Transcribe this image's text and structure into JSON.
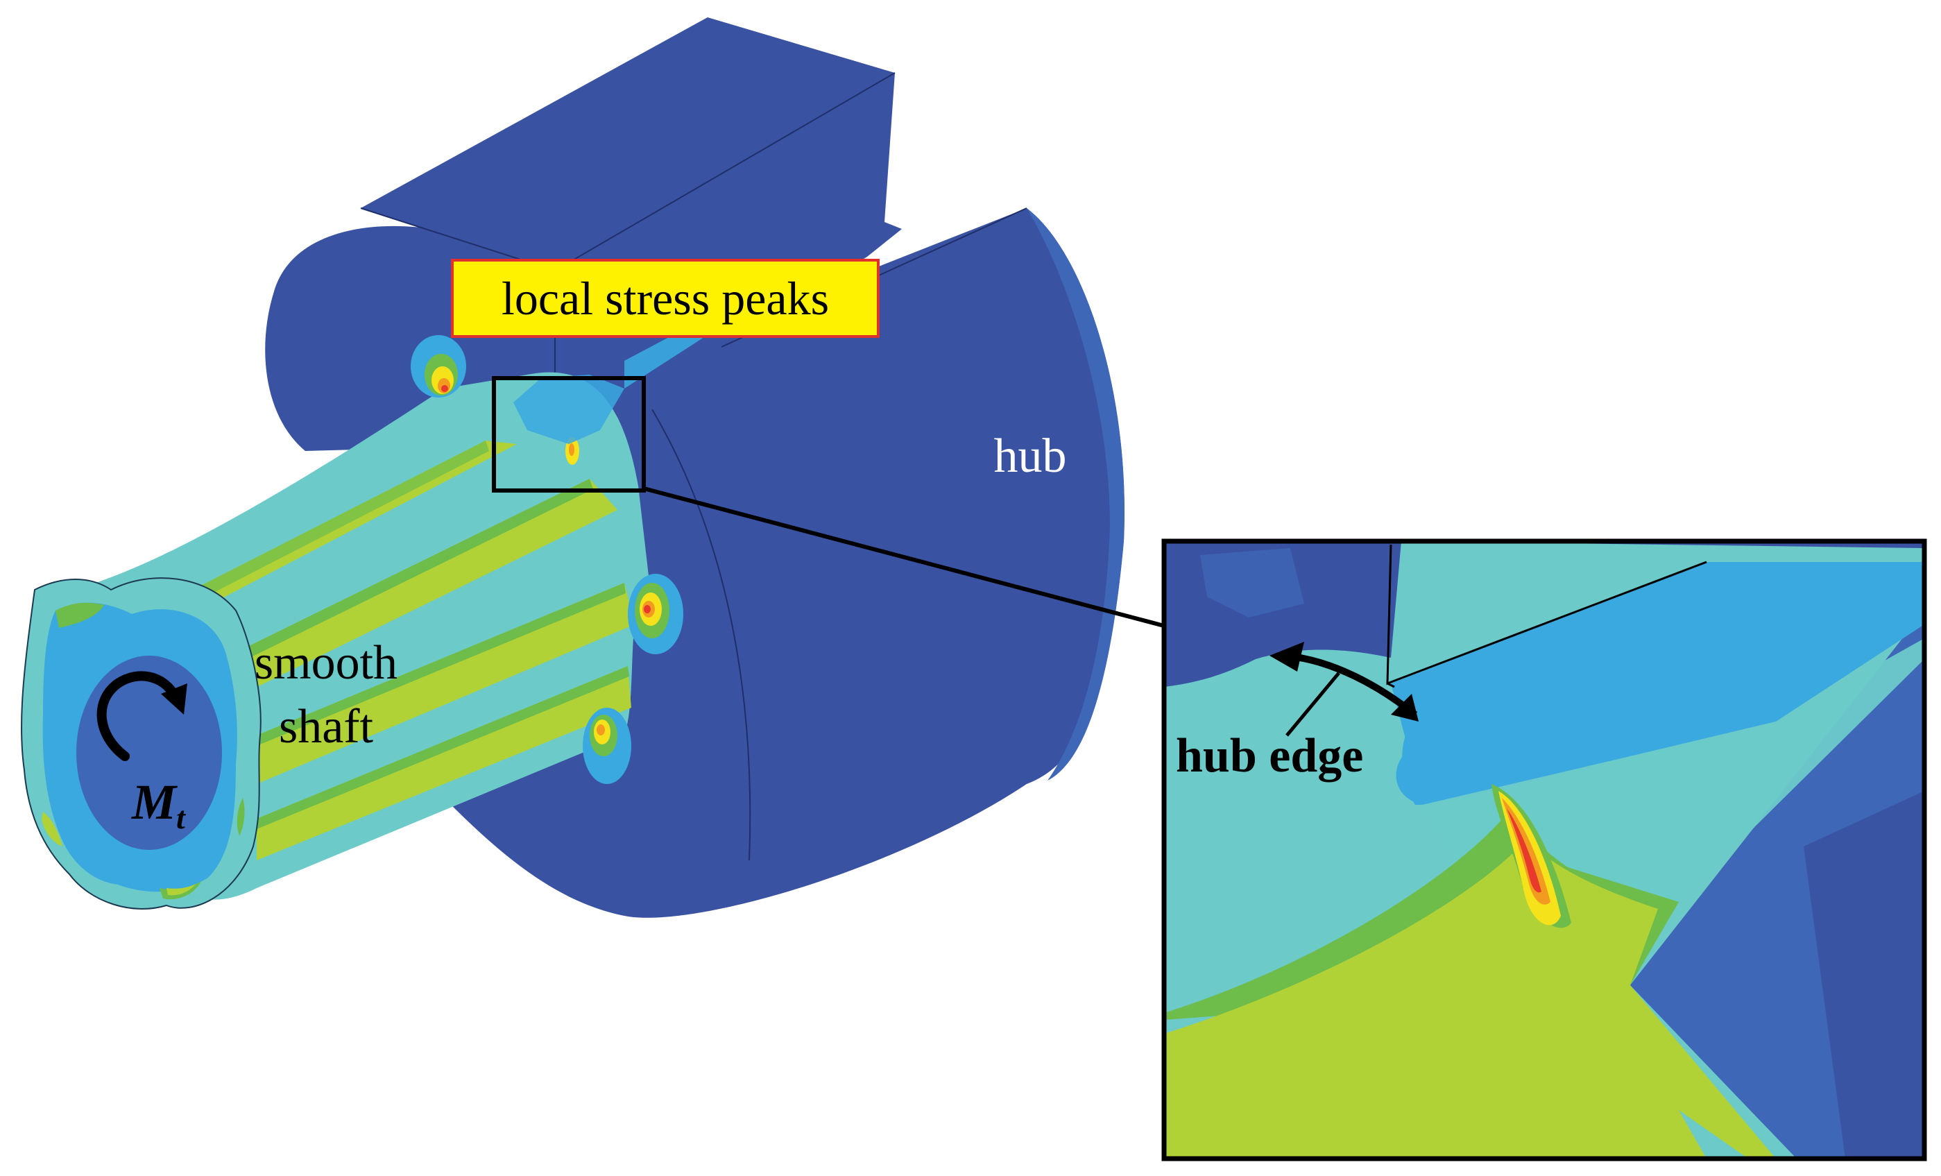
{
  "labels": {
    "callout": "local stress peaks",
    "hub": "hub",
    "shaft_line1": "smooth",
    "shaft_line2": "shaft",
    "torque_main": "M",
    "torque_sub": "t",
    "hub_edge": "hub edge"
  },
  "colors": {
    "level_0": "#3a52a2",
    "level_1": "#3f67b7",
    "level_2": "#3aa9e0",
    "level_3": "#6ccac9",
    "level_4": "#6ebc4a",
    "level_5": "#b0d236",
    "level_6": "#f5e21a",
    "level_7": "#f39a21",
    "level_8": "#e73a2a",
    "callout_fill": "#fff200",
    "callout_border": "#e0322b",
    "outline": "#000000"
  }
}
